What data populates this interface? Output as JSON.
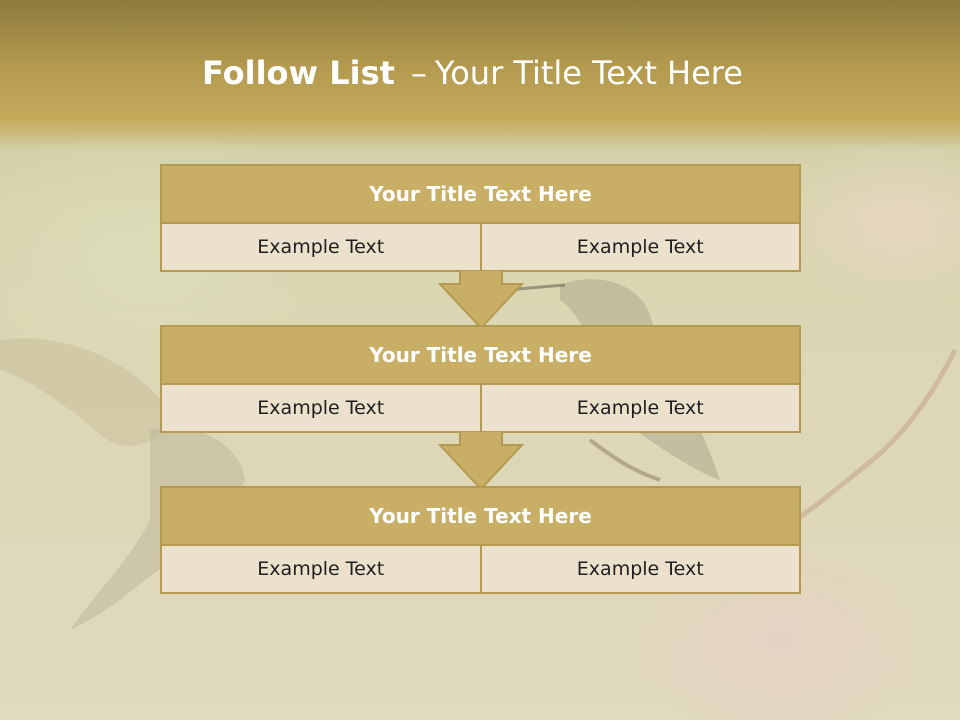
{
  "slide": {
    "title_strong": "Follow List",
    "title_dash": "–",
    "title_rest": "Your Title Text Here"
  },
  "steps": [
    {
      "title": "Your Title Text Here",
      "left": "Example Text",
      "right": "Example Text"
    },
    {
      "title": "Your Title Text Here",
      "left": "Example Text",
      "right": "Example Text"
    },
    {
      "title": "Your Title Text Here",
      "left": "Example Text",
      "right": "Example Text"
    }
  ],
  "colors": {
    "accent": "#c9ae66",
    "border": "#b39a50",
    "cell_bg": "#ebe1cc",
    "header_dark": "#8f7b3e"
  }
}
